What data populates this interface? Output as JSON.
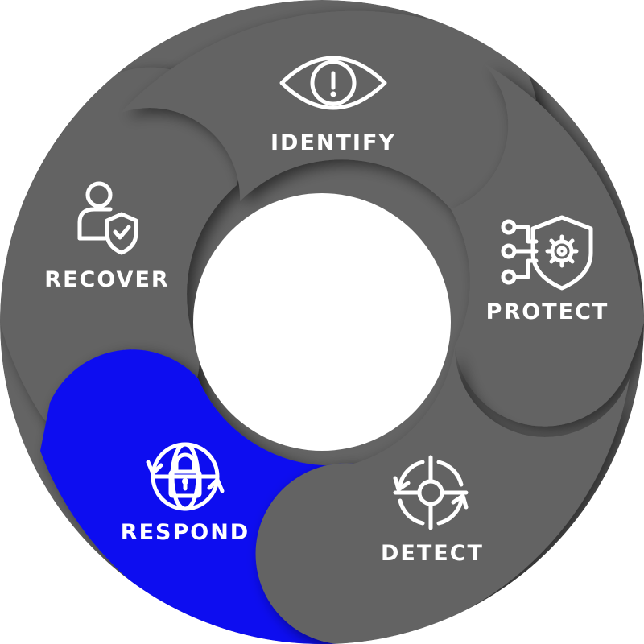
{
  "diagram": {
    "colors": {
      "segment": "#646464",
      "shadow": "#3a3a3a",
      "active": "#1010f0",
      "center": "#ffffff",
      "text": "#ffffff"
    },
    "stages": [
      {
        "id": "identify",
        "label": "IDENTIFY",
        "icon": "eye-alert-icon",
        "active": false
      },
      {
        "id": "protect",
        "label": "PROTECT",
        "icon": "circuit-shield-gear-icon",
        "active": false
      },
      {
        "id": "detect",
        "label": "DETECT",
        "icon": "crosshair-target-icon",
        "active": false
      },
      {
        "id": "respond",
        "label": "RESPOND",
        "icon": "globe-lock-icon",
        "active": true
      },
      {
        "id": "recover",
        "label": "RECOVER",
        "icon": "user-shield-check-icon",
        "active": false
      }
    ]
  }
}
